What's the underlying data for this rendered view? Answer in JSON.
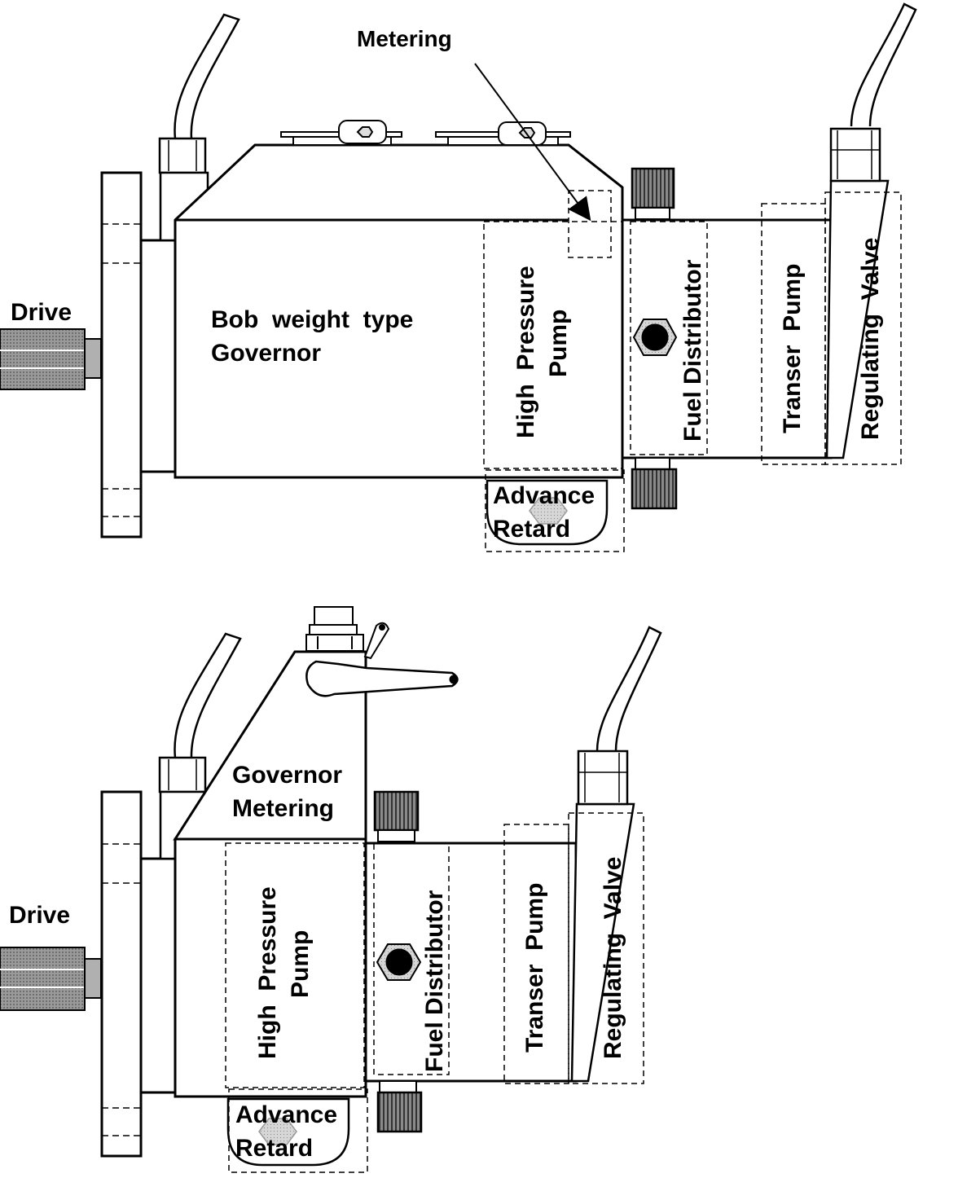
{
  "top": {
    "drive": "Drive",
    "metering": "Metering",
    "governor_line1": "Bob  weight  type",
    "governor_line2": "Governor",
    "hp_line1": "High  Pressure",
    "hp_line2": "Pump",
    "fuel_distributor": "Fuel Distributor",
    "transfer_pump": "Transer  Pump",
    "regulating_valve": "Regulating  Valve",
    "advance": "Advance",
    "retard": "Retard"
  },
  "bottom": {
    "drive": "Drive",
    "governor_line1": "Governor",
    "governor_line2": "Metering",
    "hp_line1": "High  Pressure",
    "hp_line2": "Pump",
    "fuel_distributor": "Fuel Distributor",
    "transfer_pump": "Transer  Pump",
    "regulating_valve": "Regulating  Valve",
    "advance": "Advance",
    "retard": "Retard"
  }
}
